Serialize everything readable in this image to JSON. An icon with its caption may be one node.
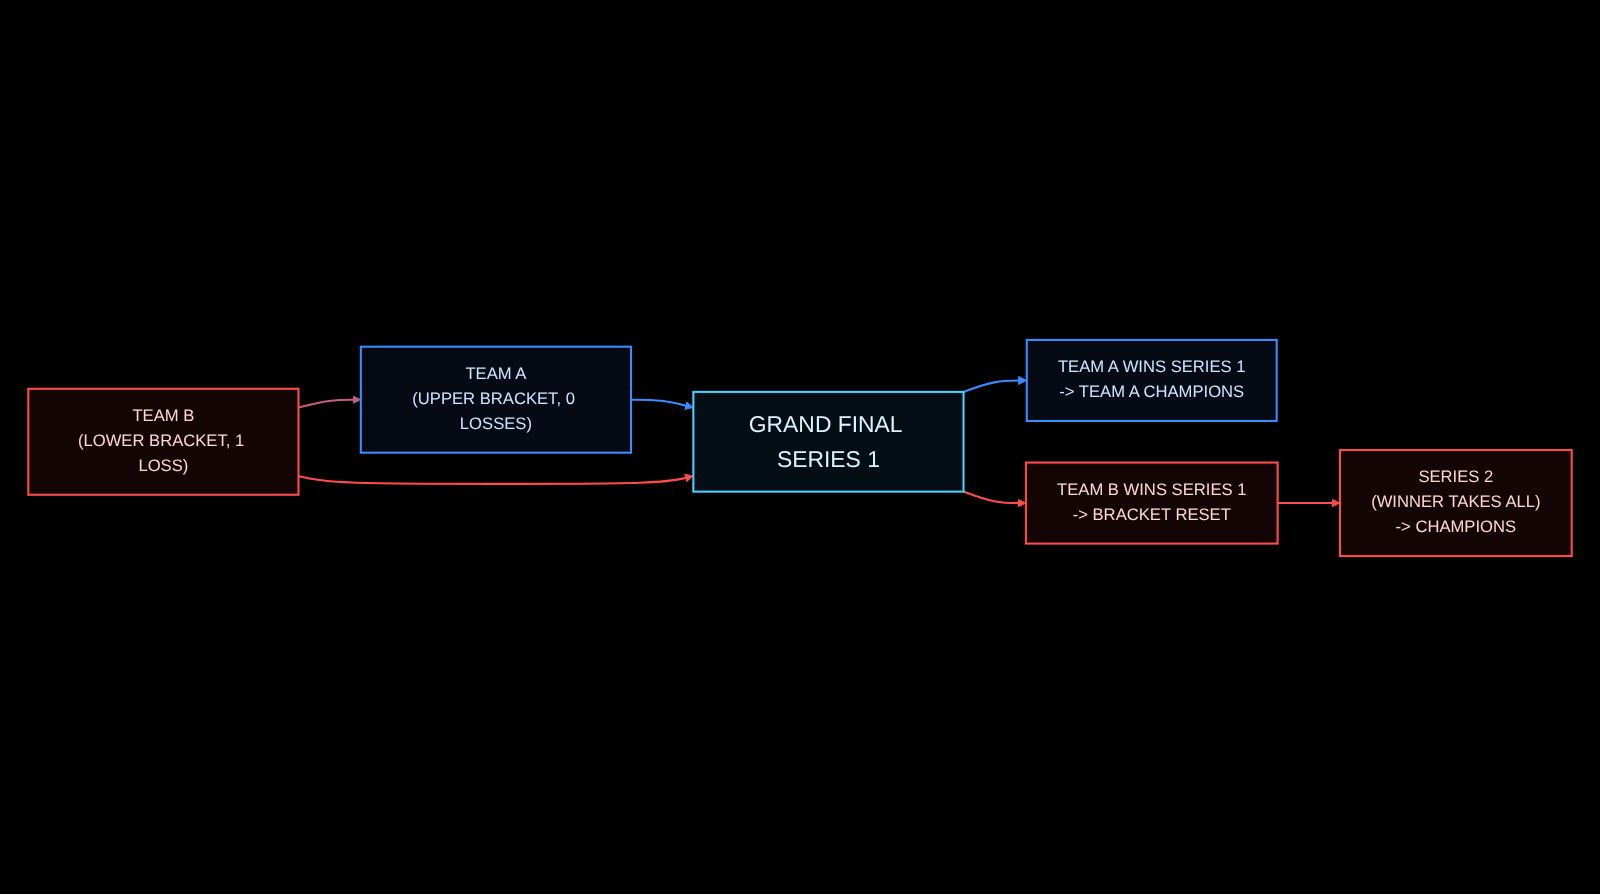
{
  "diagram": {
    "nodes": [
      {
        "text": [
          "TEAM A",
          "(UPPER BRACKET, 0 LOSSES)"
        ]
      },
      {
        "text": [
          "TEAM B",
          "(LOWER BRACKET, 1 LOSS)"
        ]
      },
      {
        "text": [
          "GRAND FINAL SERIES 1"
        ]
      },
      {
        "text": [
          "TEAM A WINS SERIES 1",
          "-> TEAM A CHAMPIONS"
        ]
      },
      {
        "text": [
          "TEAM B WINS SERIES 1",
          "-> BRACKET RESET"
        ]
      },
      {
        "text": [
          "SERIES 2",
          "(WINNER TAKES ALL)",
          "-> CHAMPIONS"
        ]
      }
    ],
    "edges": [
      {
        "from": 1,
        "to": 0,
        "arrow": "to",
        "color": "#c06080"
      },
      {
        "from": 0,
        "to": 2,
        "arrow": "to",
        "color": "#3a8cff"
      },
      {
        "from": 1,
        "to": 2,
        "arrow": "to",
        "color": "#ff4d4d"
      },
      {
        "from": 2,
        "to": 3,
        "arrow": "to",
        "color": "#3a8cff"
      },
      {
        "from": 2,
        "to": 4,
        "arrow": "to",
        "color": "#ff4d4d"
      },
      {
        "from": 4,
        "to": 5,
        "arrow": "to",
        "color": "#ff4d4d"
      }
    ]
  }
}
